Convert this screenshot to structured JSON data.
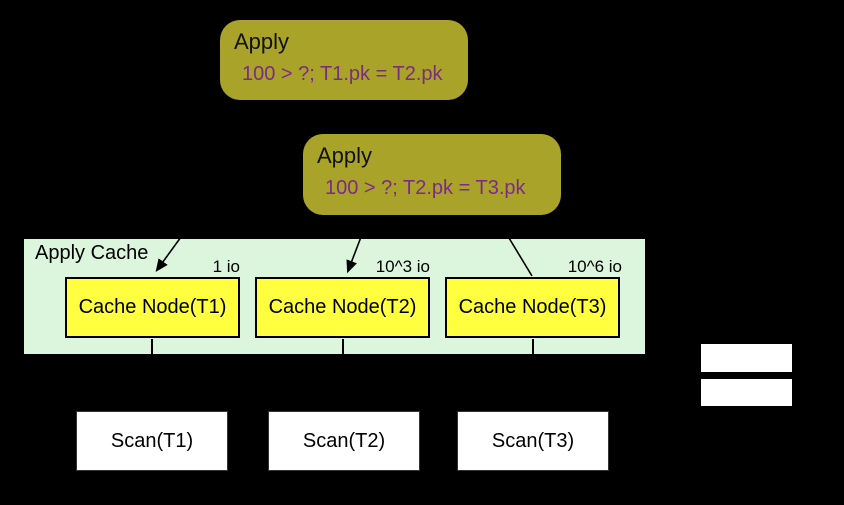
{
  "colors": {
    "background": "#000000",
    "apply_node_fill": "#a9a32a",
    "predicate_text": "#7c2b85",
    "cache_region_fill": "#dcf5dd",
    "cache_node_fill": "#ffff40",
    "scan_node_fill": "#ffffff",
    "line_color": "#000000"
  },
  "diagram": {
    "apply_nodes": [
      {
        "label": "Apply",
        "predicate": "100 > ?; T1.pk = T2.pk"
      },
      {
        "label": "Apply",
        "predicate": "100 > ?; T2.pk = T3.pk"
      }
    ],
    "cache_region": {
      "label": "Apply Cache",
      "nodes": [
        {
          "label": "Cache Node(T1)",
          "io_label": "1 io"
        },
        {
          "label": "Cache Node(T2)",
          "io_label": "10^3 io"
        },
        {
          "label": "Cache Node(T3)",
          "io_label": "10^6 io"
        }
      ]
    },
    "scan_nodes": [
      {
        "label": "Scan(T1)"
      },
      {
        "label": "Scan(T2)"
      },
      {
        "label": "Scan(T3)"
      }
    ]
  }
}
